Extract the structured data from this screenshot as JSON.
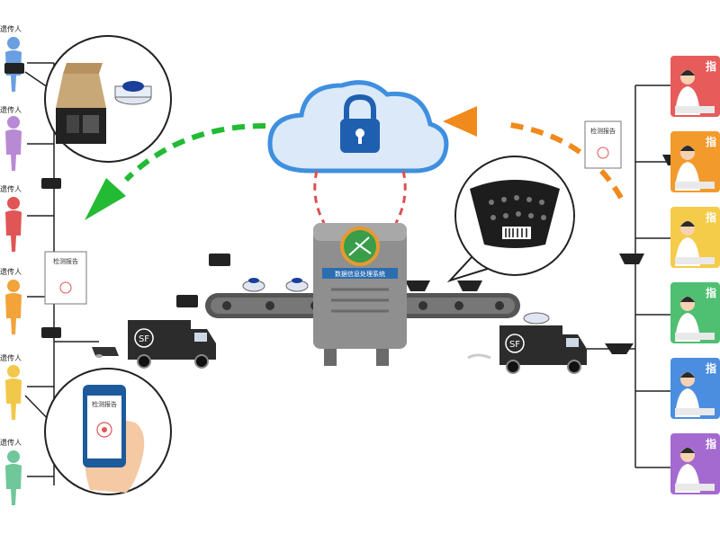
{
  "recipients": [
    {
      "label": "遗传人",
      "color": "#6a9fe0"
    },
    {
      "label": "遗传人",
      "color": "#b98ad4"
    },
    {
      "label": "遗传人",
      "color": "#e05555"
    },
    {
      "label": "遗传人",
      "color": "#f2a33a"
    },
    {
      "label": "遗传人",
      "color": "#f2c84b"
    },
    {
      "label": "遗传人",
      "color": "#6fc79a"
    }
  ],
  "doctor_cards": [
    {
      "label": "指",
      "color": "#e85b5b"
    },
    {
      "label": "指",
      "color": "#f39a2c"
    },
    {
      "label": "指",
      "color": "#f5cb4a"
    },
    {
      "label": "指",
      "color": "#4fbf72"
    },
    {
      "label": "指",
      "color": "#4b8ee0"
    },
    {
      "label": "指",
      "color": "#a56ad0"
    }
  ],
  "report_doc_label": "检测报告",
  "phone_report_label": "检测报告",
  "machine_label": "数据信息处理系统",
  "truck_logo": "SF",
  "colors": {
    "cloud": "#3f8fe0",
    "lock": "#1e5fb0",
    "arrow_green": "#22bb33",
    "arrow_orange": "#f08a1c",
    "machine": "#8f8f8f",
    "machine_dark": "#6a6a6a",
    "belt": "#555555",
    "dashed_red": "#e05050",
    "truck": "#2c2c2c"
  }
}
